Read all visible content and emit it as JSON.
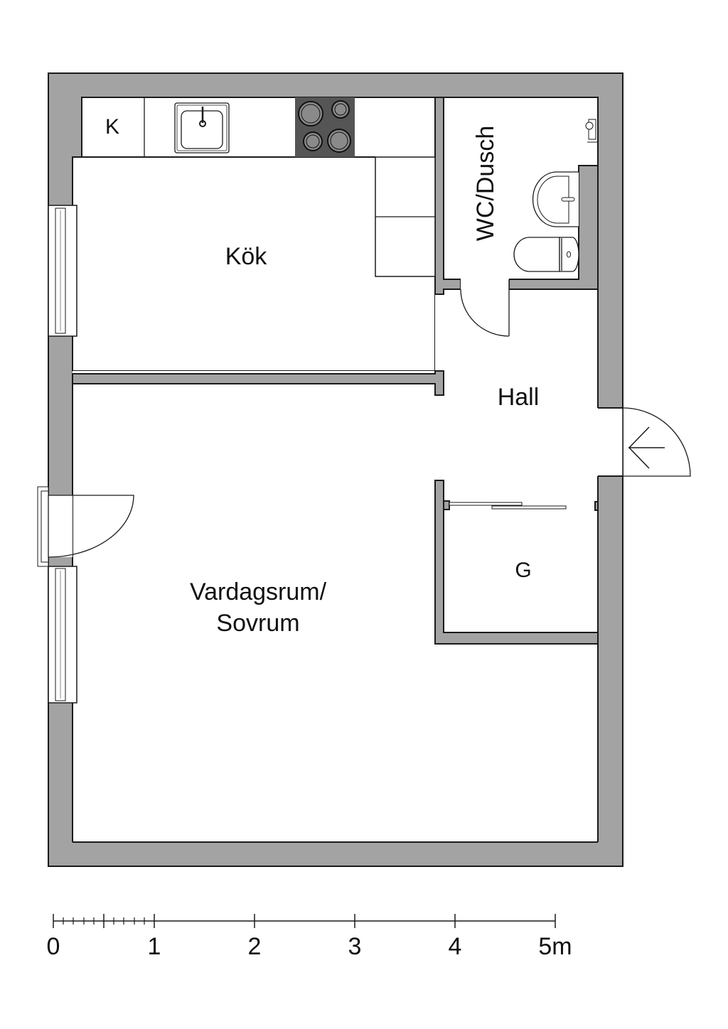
{
  "floorplan": {
    "rooms": {
      "kitchen": "Kök",
      "kitchen_cabinet": "K",
      "bathroom": "WC/Dusch",
      "hall": "Hall",
      "wardrobe": "G",
      "living_line1": "Vardagsrum/",
      "living_line2": "Sovrum"
    },
    "icons": {
      "entrance": "arrow-left-entrance",
      "sink": "kitchen-sink",
      "stove": "stove-4-burners",
      "washbasin": "washbasin",
      "toilet": "toilet",
      "shower": "shower-mixer"
    },
    "colors": {
      "wall": "#a3a3a3",
      "stove": "#555555",
      "burner": "#8a8a8a",
      "line": "#1a1a1a"
    }
  },
  "scale_bar": {
    "unit": "m",
    "labels": [
      "0",
      "1",
      "2",
      "3",
      "4",
      "5m"
    ]
  }
}
